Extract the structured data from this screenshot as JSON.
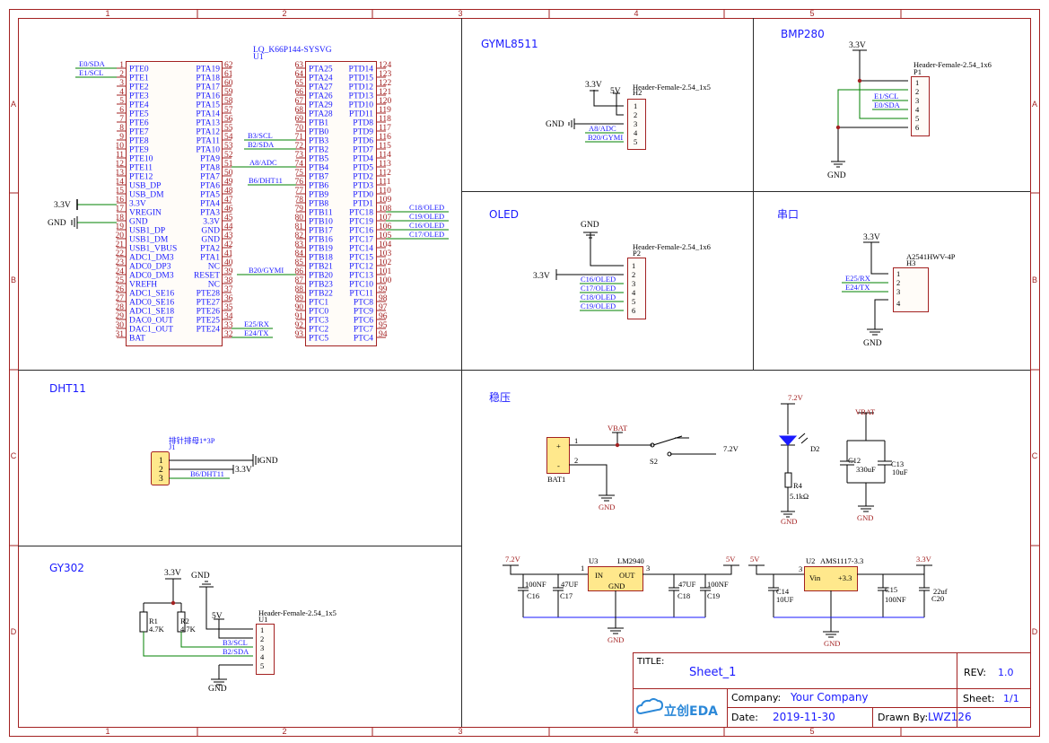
{
  "frame": {
    "columns": [
      "1",
      "2",
      "3",
      "4",
      "5"
    ],
    "rows": [
      "A",
      "B",
      "C",
      "D"
    ]
  },
  "mcu": {
    "part": "LQ_K66P144-SYSVG",
    "ref": "U1",
    "left_a": [
      [
        "1",
        "PTE0"
      ],
      [
        "2",
        "PTE1"
      ],
      [
        "3",
        "PTE2"
      ],
      [
        "4",
        "PTE3"
      ],
      [
        "5",
        "PTE4"
      ],
      [
        "6",
        "PTE5"
      ],
      [
        "7",
        "PTE6"
      ],
      [
        "8",
        "PTE7"
      ],
      [
        "9",
        "PTE8"
      ],
      [
        "10",
        "PTE9"
      ],
      [
        "11",
        "PTE10"
      ],
      [
        "12",
        "PTE11"
      ],
      [
        "13",
        "PTE12"
      ],
      [
        "14",
        "USB_DP"
      ],
      [
        "15",
        "USB_DM"
      ],
      [
        "16",
        "3.3V"
      ],
      [
        "17",
        "VREGIN"
      ],
      [
        "18",
        "GND"
      ],
      [
        "19",
        "USB1_DP"
      ],
      [
        "20",
        "USB1_DM"
      ],
      [
        "21",
        "USB1_VBUS"
      ],
      [
        "22",
        "ADC1_DM3"
      ],
      [
        "23",
        "ADC0_DP3"
      ],
      [
        "24",
        "ADC0_DM3"
      ],
      [
        "25",
        "VREFH"
      ],
      [
        "26",
        "ADC1_SE16"
      ],
      [
        "27",
        "ADC0_SE16"
      ],
      [
        "28",
        "ADC1_SE18"
      ],
      [
        "29",
        "DAC0_OUT"
      ],
      [
        "30",
        "DAC1_OUT"
      ],
      [
        "31",
        "BAT"
      ]
    ],
    "right_a": [
      [
        "62",
        "PTA19"
      ],
      [
        "61",
        "PTA18"
      ],
      [
        "60",
        "PTA17"
      ],
      [
        "59",
        "PTA16"
      ],
      [
        "58",
        "PTA15"
      ],
      [
        "57",
        "PTA14"
      ],
      [
        "56",
        "PTA13"
      ],
      [
        "55",
        "PTA12"
      ],
      [
        "54",
        "PTA11"
      ],
      [
        "53",
        "PTA10"
      ],
      [
        "52",
        "PTA9"
      ],
      [
        "51",
        "PTA8"
      ],
      [
        "50",
        "PTA7"
      ],
      [
        "49",
        "PTA6"
      ],
      [
        "48",
        "PTA5"
      ],
      [
        "47",
        "PTA4"
      ],
      [
        "46",
        "PTA3"
      ],
      [
        "45",
        "3.3V"
      ],
      [
        "44",
        "GND"
      ],
      [
        "43",
        "GND"
      ],
      [
        "42",
        "PTA2"
      ],
      [
        "41",
        "PTA1"
      ],
      [
        "40",
        "NC"
      ],
      [
        "39",
        "RESET"
      ],
      [
        "38",
        "NC"
      ],
      [
        "37",
        "PTE28"
      ],
      [
        "36",
        "PTE27"
      ],
      [
        "35",
        "PTE26"
      ],
      [
        "34",
        "PTE25"
      ],
      [
        "33",
        "PTE24"
      ],
      [
        "32",
        ""
      ]
    ],
    "left_b": [
      [
        "63",
        "PTA25"
      ],
      [
        "64",
        "PTA24"
      ],
      [
        "65",
        "PTA27"
      ],
      [
        "66",
        "PTA26"
      ],
      [
        "67",
        "PTA29"
      ],
      [
        "68",
        "PTA28"
      ],
      [
        "69",
        "PTB1"
      ],
      [
        "70",
        "PTB0"
      ],
      [
        "71",
        "PTB3"
      ],
      [
        "72",
        "PTB2"
      ],
      [
        "73",
        "PTB5"
      ],
      [
        "74",
        "PTB4"
      ],
      [
        "75",
        "PTB7"
      ],
      [
        "76",
        "PTB6"
      ],
      [
        "77",
        "PTB9"
      ],
      [
        "78",
        "PTB8"
      ],
      [
        "79",
        "PTB11"
      ],
      [
        "80",
        "PTB10"
      ],
      [
        "81",
        "PTB17"
      ],
      [
        "82",
        "PTB16"
      ],
      [
        "83",
        "PTB19"
      ],
      [
        "84",
        "PTB18"
      ],
      [
        "85",
        "PTB21"
      ],
      [
        "86",
        "PTB20"
      ],
      [
        "87",
        "PTB23"
      ],
      [
        "88",
        "PTB22"
      ],
      [
        "89",
        "PTC1"
      ],
      [
        "90",
        "PTC0"
      ],
      [
        "91",
        "PTC3"
      ],
      [
        "92",
        "PTC2"
      ],
      [
        "93",
        "PTC5"
      ]
    ],
    "right_b": [
      [
        "124",
        "PTD14"
      ],
      [
        "123",
        "PTD15"
      ],
      [
        "122",
        "PTD12"
      ],
      [
        "121",
        "PTD13"
      ],
      [
        "120",
        "PTD10"
      ],
      [
        "119",
        "PTD11"
      ],
      [
        "118",
        "PTD8"
      ],
      [
        "117",
        "PTD9"
      ],
      [
        "116",
        "PTD6"
      ],
      [
        "115",
        "PTD7"
      ],
      [
        "114",
        "PTD4"
      ],
      [
        "113",
        "PTD5"
      ],
      [
        "112",
        "PTD2"
      ],
      [
        "111",
        "PTD3"
      ],
      [
        "110",
        "PTD0"
      ],
      [
        "109",
        "PTD1"
      ],
      [
        "108",
        "PTC18"
      ],
      [
        "107",
        "PTC19"
      ],
      [
        "106",
        "PTC16"
      ],
      [
        "105",
        "PTC17"
      ],
      [
        "104",
        "PTC14"
      ],
      [
        "103",
        "PTC15"
      ],
      [
        "102",
        "PTC12"
      ],
      [
        "101",
        "PTC13"
      ],
      [
        "100",
        "PTC10"
      ],
      [
        "99",
        "PTC11"
      ],
      [
        "98",
        "PTC8"
      ],
      [
        "97",
        "PTC9"
      ],
      [
        "96",
        "PTC6"
      ],
      [
        "95",
        "PTC7"
      ],
      [
        "94",
        "PTC4"
      ]
    ],
    "nets": {
      "e0_sda": "E0/SDA",
      "e1_scl": "E1/SCL",
      "b3_scl": "B3/SCL",
      "b2_sda": "B2/SDA",
      "a8_adc": "A8/ADC",
      "b6_dht11": "B6/DHT11",
      "b20_gymi": "B20/GYMI",
      "e25_rx": "E25/RX",
      "e24_tx": "E24/TX",
      "c18": "C18/OLED",
      "c19": "C19/OLED",
      "c16": "C16/OLED",
      "c17": "C17/OLED",
      "v33": "3.3V",
      "gnd": "GND"
    }
  },
  "gyml": {
    "title": "GYML8511",
    "header": "Header-Female-2.54_1x5",
    "ref": "H2",
    "v33": "3.3V",
    "v5": "5V",
    "gnd": "GND",
    "adc": "A8/ADC",
    "gymi": "B20/GYMI",
    "pins": [
      "1",
      "2",
      "3",
      "4",
      "5"
    ]
  },
  "bmp": {
    "title": "BMP280",
    "header": "Header-Female-2.54_1x6",
    "ref": "P1",
    "v33": "3.3V",
    "gnd": "GND",
    "scl": "E1/SCL",
    "sda": "E0/SDA",
    "pins": [
      "1",
      "2",
      "3",
      "4",
      "5",
      "6"
    ]
  },
  "oled": {
    "title": "OLED",
    "header": "Header-Female-2.54_1x6",
    "ref": "P2",
    "gnd": "GND",
    "v33": "3.3V",
    "nets": [
      "C16/OLED",
      "C17/OLED",
      "C18/OLED",
      "C19/OLED"
    ],
    "pins": [
      "1",
      "2",
      "3",
      "4",
      "5",
      "6"
    ]
  },
  "uart": {
    "title": "串口",
    "part": "A2541HWV-4P",
    "ref": "H3",
    "v33": "3.3V",
    "gnd": "GND",
    "rx": "E25/RX",
    "tx": "E24/TX",
    "pins": [
      "1",
      "2",
      "3",
      "4"
    ]
  },
  "dht": {
    "title": "DHT11",
    "part": "排针排母1*3P",
    "ref": "J1",
    "gnd": "GND",
    "v33": "3.3V",
    "net": "B6/DHT11",
    "pins": [
      "1",
      "2",
      "3"
    ]
  },
  "gy302": {
    "title": "GY302",
    "header": "Header-Female-2.54_1x5",
    "ref": "U1",
    "v33": "3.3V",
    "gnd": "GND",
    "v5": "5V",
    "scl": "B3/SCL",
    "sda": "B2/SDA",
    "r1": "R1",
    "r1v": "4.7K",
    "r2": "R2",
    "r2v": "4.7K",
    "pins": [
      "1",
      "2",
      "3",
      "4",
      "5"
    ]
  },
  "power": {
    "title": "稳压",
    "vbat": "VBAT",
    "bat": "BAT1",
    "switch": "S2",
    "v72": "7.2V",
    "gnd": "GND",
    "led_v": "7.2V",
    "led": "D2",
    "r4": "R4",
    "r4v": "5.1kΩ",
    "c12": "C12",
    "c12v": "330uF",
    "c13": "C13",
    "c13v": "10uF",
    "u3": "U3",
    "u3part": "LM2940",
    "in": "IN",
    "out": "OUT",
    "c16": "C16",
    "c16v": "100NF",
    "c17": "C17",
    "c17v": "47UF",
    "c18": "C18",
    "c18v": "47UF",
    "c19": "C19",
    "c19v": "100NF",
    "v5": "5V",
    "u2": "U2",
    "u2part": "AMS1117-3.3",
    "vin": "Vin",
    "vout": "+3.3",
    "c14": "C14",
    "c14v": "10UF",
    "c15": "C15",
    "c15v": "100NF",
    "c20": "C20",
    "c20v": "22uf",
    "v33": "3.3V",
    "pin1": "1",
    "pin2": "2",
    "pin3": "3",
    "plus": "+",
    "minus": "-"
  },
  "titleblock": {
    "title_label": "TITLE:",
    "title": "Sheet_1",
    "rev_label": "REV:",
    "rev": "1.0",
    "company_label": "Company:",
    "company": "Your Company",
    "sheet_label": "Sheet:",
    "sheet": "1/1",
    "date_label": "Date:",
    "date": "2019-11-30",
    "drawn_label": "Drawn By:",
    "drawn": "LWZ126",
    "logo": "立创EDA"
  }
}
